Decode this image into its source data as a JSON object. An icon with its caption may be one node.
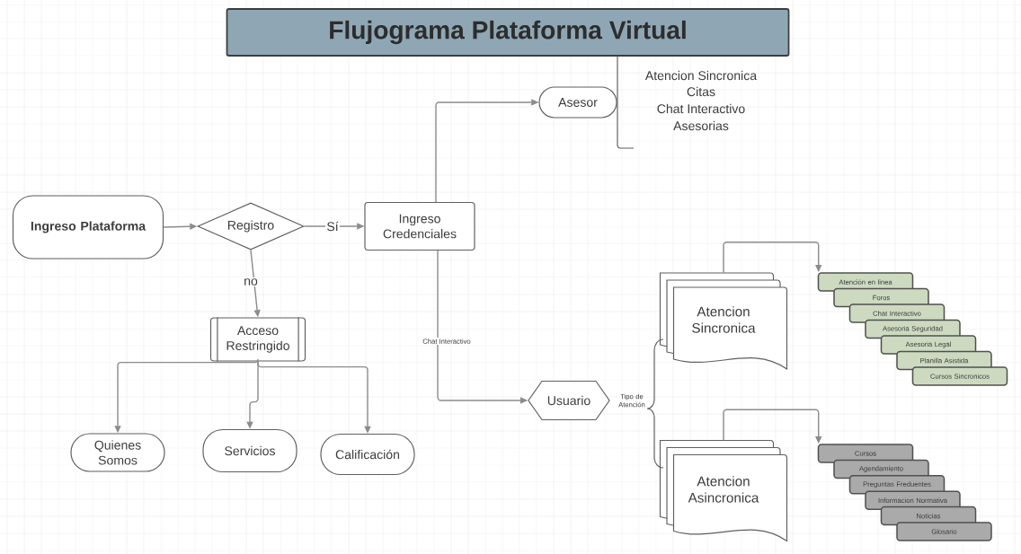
{
  "diagram": {
    "title": "Flujograma Plataforma Virtual",
    "nodes": [
      {
        "text": [
          "Ingreso Plataforma"
        ]
      },
      {
        "text": [
          "Registro"
        ]
      },
      {
        "text": [
          "Ingreso Credenciales"
        ]
      },
      {
        "text": [
          "Acceso Restringido"
        ]
      },
      {
        "text": [
          "Quienes Somos"
        ]
      },
      {
        "text": [
          "Servicios"
        ]
      },
      {
        "text": [
          "Calificación"
        ]
      },
      {
        "text": [
          "Asesor"
        ]
      },
      {
        "text": [
          "Usuario"
        ],
        "beside": [
          "Tipo de Atención"
        ]
      },
      {
        "text": [
          "Atencion Sincronica"
        ]
      },
      {
        "text": [
          "Atencion Asincronica"
        ]
      },
      {
        "text": [
          "Atención en linea"
        ]
      },
      {
        "text": [
          "Foros"
        ]
      },
      {
        "text": [
          "Chat Interactivo"
        ]
      },
      {
        "text": [
          "Asesoria Seguridad"
        ]
      },
      {
        "text": [
          "Asesoria Legal"
        ]
      },
      {
        "text": [
          "Planilla Asistida"
        ]
      },
      {
        "text": [
          "Cursos Sincronicos"
        ]
      },
      {
        "text": [
          "Cursos"
        ]
      },
      {
        "text": [
          "Agendamiento"
        ]
      },
      {
        "text": [
          "Preguntas Freduentes"
        ]
      },
      {
        "text": [
          "Informacion Normativa"
        ]
      },
      {
        "text": [
          "Noticias"
        ]
      },
      {
        "text": [
          "Glosario"
        ]
      }
    ],
    "edges": [
      {
        "from": 0,
        "to": 1,
        "arrow": "to"
      },
      {
        "from": 1,
        "to": 2,
        "arrow": "to",
        "label": "Sí"
      },
      {
        "from": 1,
        "to": 3,
        "arrow": "to",
        "label": "no"
      },
      {
        "from": 2,
        "to": 7,
        "arrow": "to"
      },
      {
        "from": 2,
        "to": 8,
        "arrow": "to",
        "label": "Chat Interactivo"
      },
      {
        "from": 3,
        "to": 4,
        "arrow": "to"
      },
      {
        "from": 3,
        "to": 5,
        "arrow": "to"
      },
      {
        "from": 3,
        "to": 6,
        "arrow": "to"
      },
      {
        "from": 9,
        "to": 11,
        "arrow": "to"
      },
      {
        "from": 10,
        "to": 18,
        "arrow": "to"
      }
    ],
    "labels": [
      "Atencion Sincronica",
      "Citas",
      "Chat Interactivo",
      "Asesorias"
    ]
  }
}
